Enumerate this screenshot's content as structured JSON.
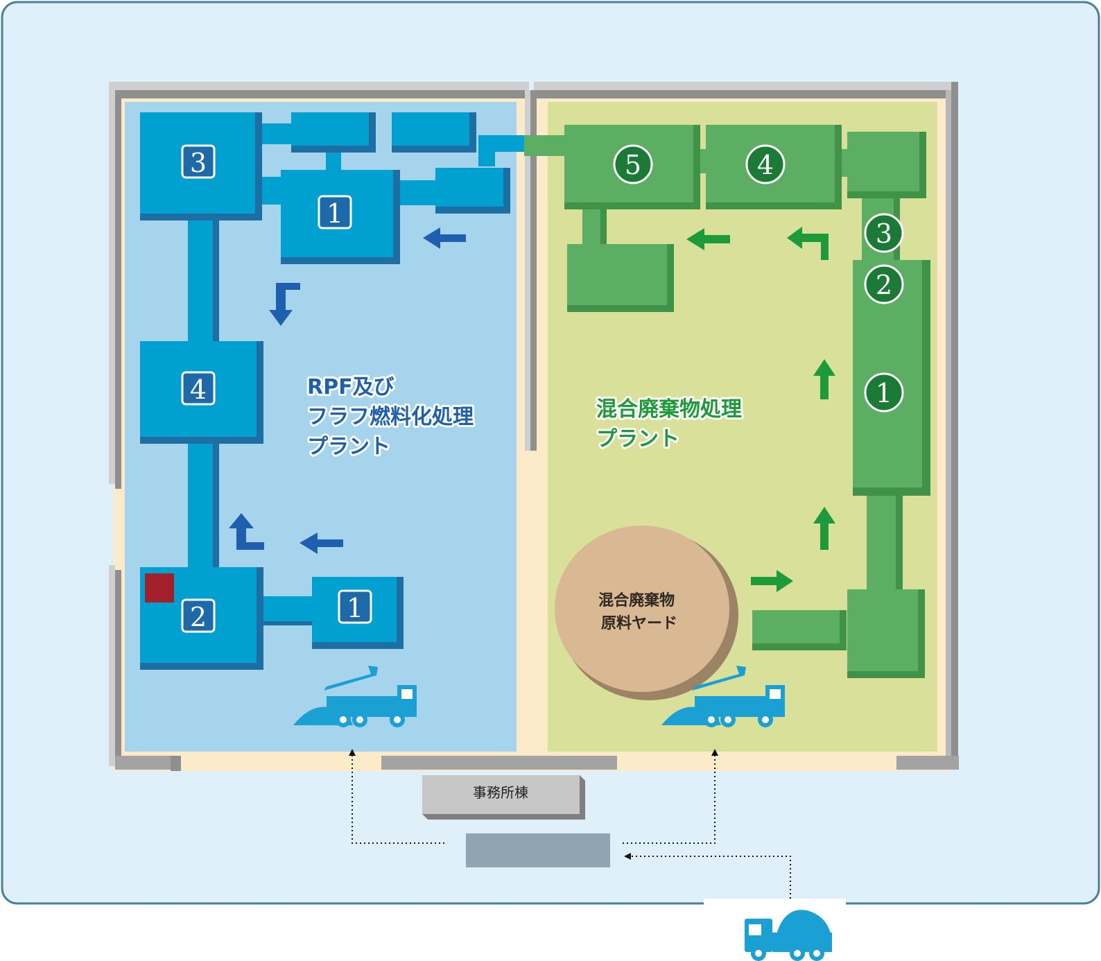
{
  "plants": {
    "rpf": {
      "title_lines": [
        "RPF及び",
        "フラフ燃料化処理",
        "プラント"
      ],
      "color": "#1e5fae",
      "equipment_color": "#00a0d0"
    },
    "mixed": {
      "title_lines": [
        "混合廃棄物処理",
        "プラント"
      ],
      "color": "#1d9a3a",
      "equipment_color": "#5cae62"
    }
  },
  "rpf_units": {
    "u3": "3",
    "u1_top": "1",
    "u4": "4",
    "u2": "2",
    "u1_bottom": "1"
  },
  "mixed_units": {
    "u5": "5",
    "u4": "4",
    "u3": "3",
    "u2": "2",
    "u1": "1"
  },
  "yard": {
    "lines": [
      "混合廃棄物",
      "原料ヤード"
    ],
    "color": "#d8b994"
  },
  "office": {
    "label": "事務所棟"
  },
  "colors": {
    "site_background": "#dff0fa",
    "site_border": "#4a7f9c",
    "rpf_floor": "#a6d4ec",
    "mixed_floor": "#d8e09a",
    "corridor": "#fbebc8",
    "wall": "#a3a3a3",
    "scale": "#8fa5b2",
    "truck": "#1ba0d4",
    "storage_marker": "#a3202a"
  }
}
